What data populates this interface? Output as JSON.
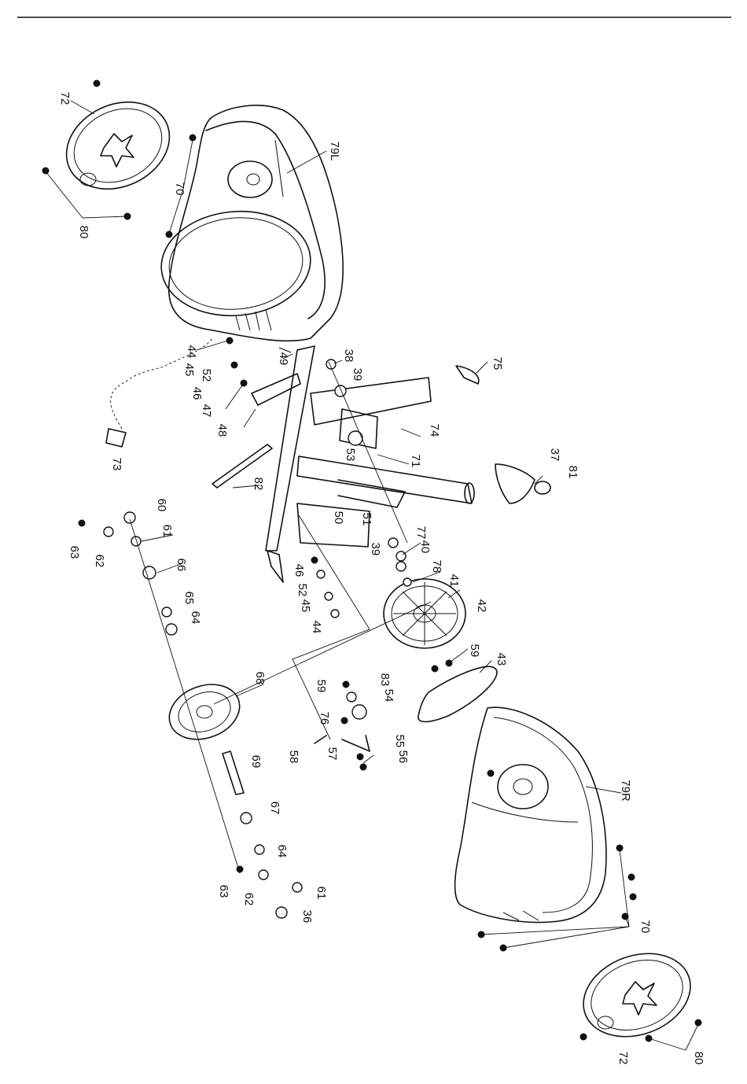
{
  "parts": [
    {
      "id": "p72a",
      "num": "72"
    },
    {
      "id": "p70a",
      "num": "70"
    },
    {
      "id": "p80a",
      "num": "80"
    },
    {
      "id": "p79L",
      "num": "79L"
    },
    {
      "id": "p44a",
      "num": "44"
    },
    {
      "id": "p45a",
      "num": "45"
    },
    {
      "id": "p52a",
      "num": "52"
    },
    {
      "id": "p49",
      "num": "49"
    },
    {
      "id": "p46a",
      "num": "46"
    },
    {
      "id": "p47",
      "num": "47"
    },
    {
      "id": "p48",
      "num": "48"
    },
    {
      "id": "p38",
      "num": "38"
    },
    {
      "id": "p39a",
      "num": "39"
    },
    {
      "id": "p75",
      "num": "75"
    },
    {
      "id": "p74",
      "num": "74"
    },
    {
      "id": "p53",
      "num": "53"
    },
    {
      "id": "p71",
      "num": "71"
    },
    {
      "id": "p73",
      "num": "73"
    },
    {
      "id": "p82",
      "num": "82"
    },
    {
      "id": "p37",
      "num": "37"
    },
    {
      "id": "p81",
      "num": "81"
    },
    {
      "id": "p50",
      "num": "50"
    },
    {
      "id": "p51",
      "num": "51"
    },
    {
      "id": "p60",
      "num": "60"
    },
    {
      "id": "p61a",
      "num": "61"
    },
    {
      "id": "p63a",
      "num": "63"
    },
    {
      "id": "p62a",
      "num": "62"
    },
    {
      "id": "p39b",
      "num": "39"
    },
    {
      "id": "p77",
      "num": "77"
    },
    {
      "id": "p40",
      "num": "40"
    },
    {
      "id": "p66",
      "num": "66"
    },
    {
      "id": "p46b",
      "num": "46"
    },
    {
      "id": "p78",
      "num": "78"
    },
    {
      "id": "p41",
      "num": "41"
    },
    {
      "id": "p52b",
      "num": "52"
    },
    {
      "id": "p45b",
      "num": "45"
    },
    {
      "id": "p65",
      "num": "65"
    },
    {
      "id": "p64a",
      "num": "64"
    },
    {
      "id": "p42",
      "num": "42"
    },
    {
      "id": "p44b",
      "num": "44"
    },
    {
      "id": "p59a",
      "num": "59"
    },
    {
      "id": "p43",
      "num": "43"
    },
    {
      "id": "p68",
      "num": "68"
    },
    {
      "id": "p59b",
      "num": "59"
    },
    {
      "id": "p83",
      "num": "83"
    },
    {
      "id": "p54",
      "num": "54"
    },
    {
      "id": "p76",
      "num": "76"
    },
    {
      "id": "p55",
      "num": "55"
    },
    {
      "id": "p56",
      "num": "56"
    },
    {
      "id": "p58",
      "num": "58"
    },
    {
      "id": "p57",
      "num": "57"
    },
    {
      "id": "p69",
      "num": "69"
    },
    {
      "id": "p79R",
      "num": "79R"
    },
    {
      "id": "p67",
      "num": "67"
    },
    {
      "id": "p64b",
      "num": "64"
    },
    {
      "id": "p63b",
      "num": "63"
    },
    {
      "id": "p62b",
      "num": "62"
    },
    {
      "id": "p61b",
      "num": "61"
    },
    {
      "id": "p36",
      "num": "36"
    },
    {
      "id": "p70b",
      "num": "70"
    },
    {
      "id": "p72b",
      "num": "72"
    },
    {
      "id": "p80b",
      "num": "80"
    }
  ]
}
